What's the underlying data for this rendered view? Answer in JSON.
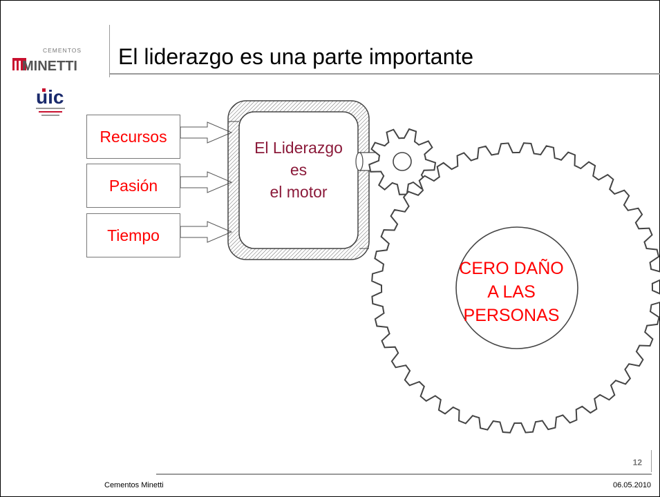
{
  "slide": {
    "title": "El liderazgo es una parte importante",
    "page_number": "12"
  },
  "logos": {
    "minetti_small": "CEMENTOS",
    "minetti_big": "MINETTI",
    "uic": "uic"
  },
  "inputs": {
    "recursos": "Recursos",
    "pasion": "Pasión",
    "tiempo": "Tiempo"
  },
  "motor": {
    "line1": "El Liderazgo",
    "line2": "es",
    "line3": "el motor"
  },
  "result": {
    "line1": "CERO DAÑO",
    "line2": "A LAS",
    "line3": "PERSONAS"
  },
  "footer": {
    "left": "Cementos Minetti",
    "right": "06.05.2010"
  },
  "colors": {
    "accent_red": "#ff0000",
    "motor_text": "#8b1a3a",
    "logo_red": "#c8102e",
    "logo_navy": "#1a2a6c"
  }
}
